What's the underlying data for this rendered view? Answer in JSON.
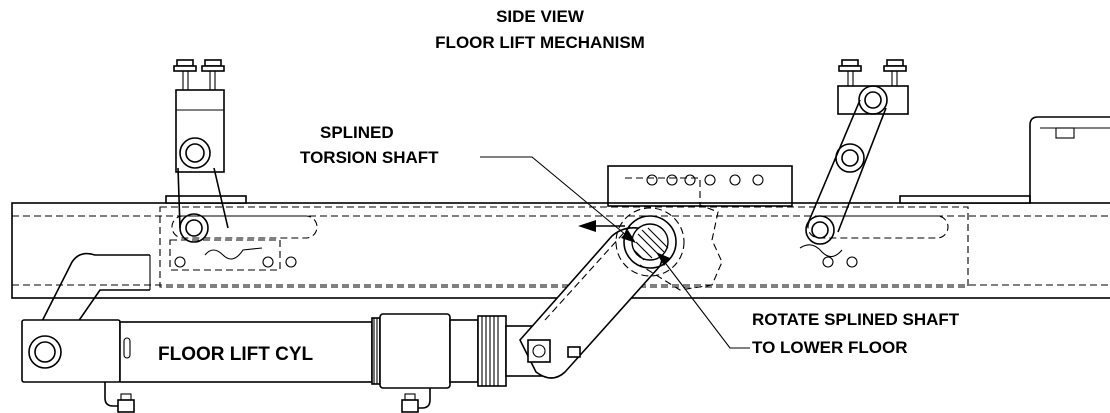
{
  "title": {
    "line1": "SIDE VIEW",
    "line2": "FLOOR LIFT MECHANISM"
  },
  "callouts": {
    "splined_line1": "SPLINED",
    "splined_line2": "TORSION SHAFT",
    "rotate_line1": "ROTATE SPLINED SHAFT",
    "rotate_line2": "TO LOWER FLOOR"
  },
  "cylinder_label": "FLOOR LIFT CYL"
}
